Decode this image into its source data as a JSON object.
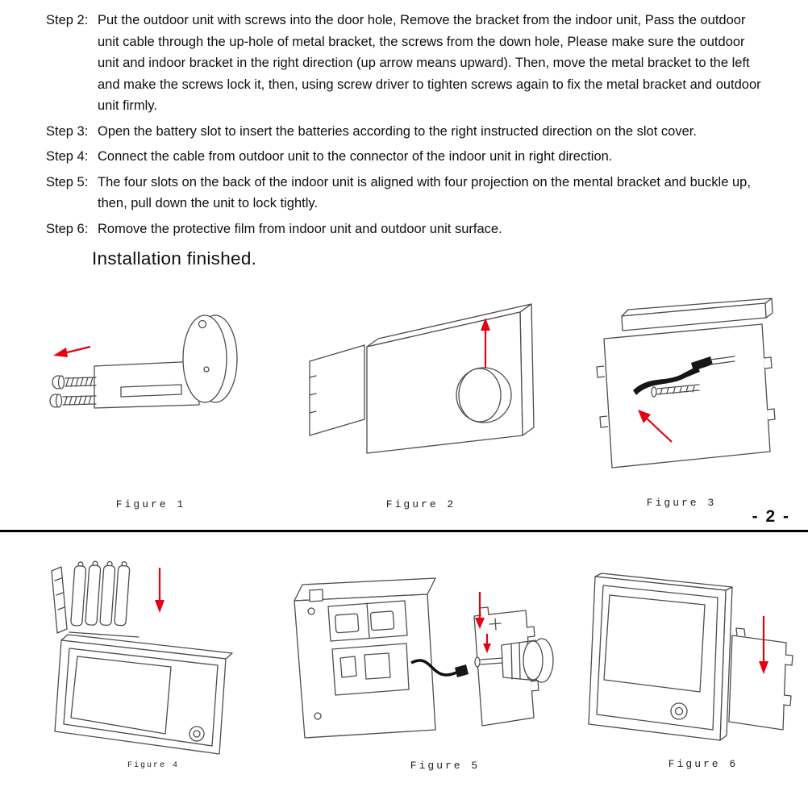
{
  "colors": {
    "arrow_red": "#e60012",
    "drawing_line": "#4d4d4d",
    "divider": "#000000"
  },
  "page_number": "- 2 -",
  "steps": [
    {
      "label": "Step 2:",
      "text": "Put the outdoor unit with screws into the door hole, Remove the bracket from the indoor unit, Pass the outdoor unit cable through the up-hole of metal bracket,  the  screws from  the down hole, Please  make sure  the outdoor unit and indoor bracket in the right  direction (up arrow means upward). Then, move the metal bracket to the left and make the screws lock it, then, using screw driver to tighten screws again to fix the metal bracket and outdoor unit firmly."
    },
    {
      "label": "Step 3:",
      "text": "Open the battery slot to insert the batteries according to the right instructed direction on the slot cover."
    },
    {
      "label": "Step 4:",
      "text": "Connect the cable from outdoor unit to the connector of the indoor unit in right direction."
    },
    {
      "label": "Step 5:",
      "text": "The four slots on the back of  the indoor unit  is aligned with four projection on the mental bracket and buckle up, then, pull down the unit to lock tightly."
    },
    {
      "label": "Step 6:",
      "text": "Romove the protective film from indoor unit and outdoor unit surface."
    }
  ],
  "finished_heading": "Installation finished.",
  "figures": [
    {
      "caption": "Figure 1"
    },
    {
      "caption": "Figure 2"
    },
    {
      "caption": "Figure  3"
    },
    {
      "caption": "Figure 4"
    },
    {
      "caption": "Figure 5"
    },
    {
      "caption": "Figure  6"
    }
  ]
}
